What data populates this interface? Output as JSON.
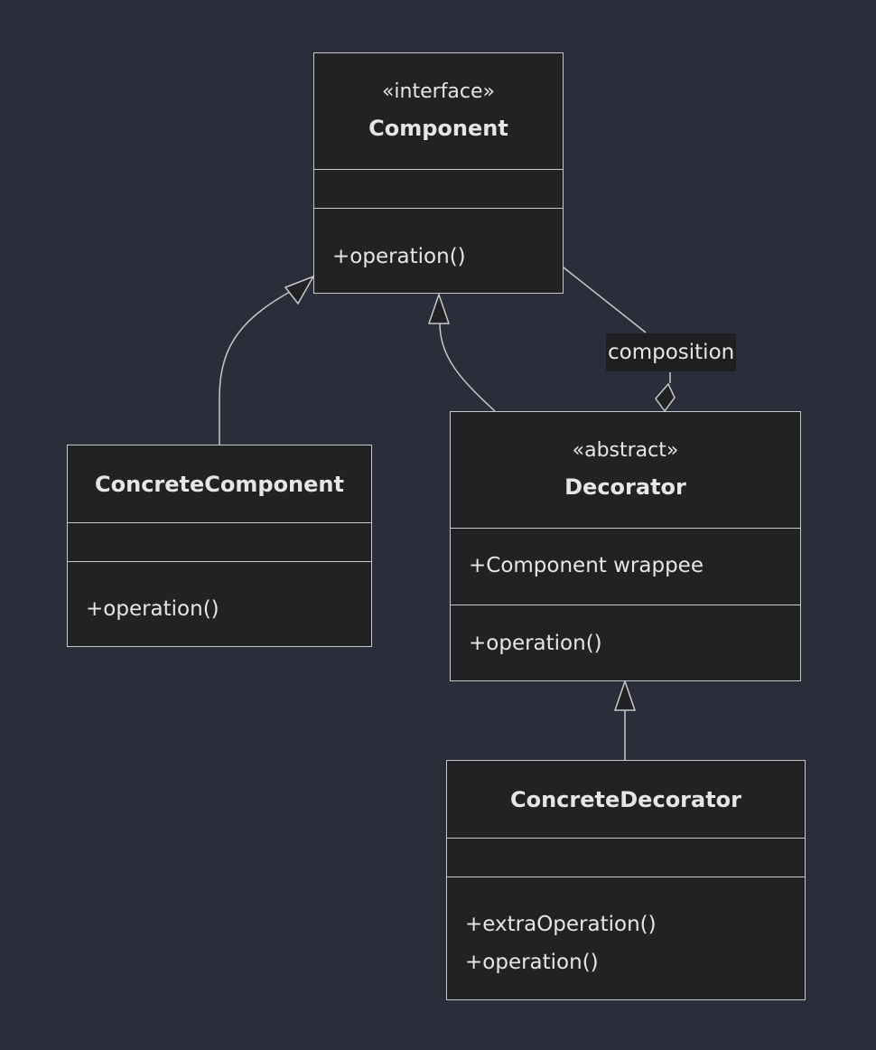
{
  "diagram": {
    "classes": {
      "component": {
        "stereotype": "«interface»",
        "name": "Component",
        "attributes": [],
        "methods": [
          "+operation()"
        ]
      },
      "concrete_component": {
        "name": "ConcreteComponent",
        "attributes": [],
        "methods": [
          "+operation()"
        ]
      },
      "decorator": {
        "stereotype": "«abstract»",
        "name": "Decorator",
        "attributes": [
          "+Component wrappee"
        ],
        "methods": [
          "+operation()"
        ]
      },
      "concrete_decorator": {
        "name": "ConcreteDecorator",
        "attributes": [],
        "methods": [
          "+extraOperation()",
          "+operation()"
        ]
      }
    },
    "relations": {
      "composition_label": "composition"
    },
    "colors": {
      "background": "#2b2e3a",
      "node_fill": "#212223",
      "stroke": "#c8c8c8",
      "text": "#e6e6e6"
    }
  }
}
